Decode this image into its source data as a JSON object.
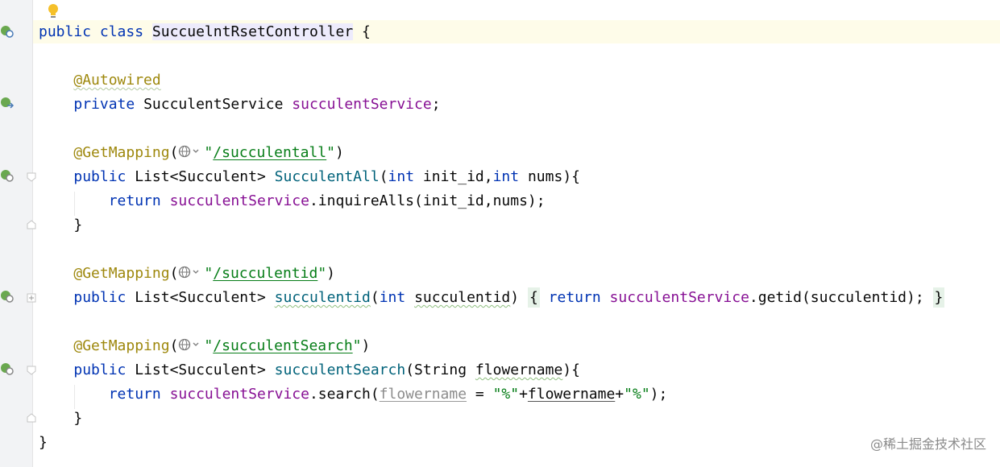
{
  "editor": {
    "colors": {
      "keyword": "#0033b3",
      "annotation": "#9e880d",
      "field": "#871094",
      "method": "#00627a",
      "string": "#067d17"
    },
    "tokens": {
      "public": "public",
      "class": "class",
      "private": "private",
      "return": "return",
      "int": "int",
      "class_name": "SuccuelntRsetController",
      "open_brace": " {",
      "close_brace": "}",
      "autowired": "@Autowired",
      "service_type": "SucculentService",
      "service_field": "succulentService",
      "semicolon": ";",
      "get_mapping": "@GetMapping",
      "open_paren": "(",
      "close_paren": ")",
      "quote": "\"",
      "list_type": "List<Succulent>",
      "path_all": "/succulentall",
      "method_all": "SucculentAll",
      "param_init_id": "init_id",
      "param_nums": "nums",
      "call_inquire": ".inquireAlls(",
      "path_id": "/succulentid",
      "method_id": "succulentid",
      "param_succulentid": "succulentid",
      "call_getid": ".getid(",
      "path_search": "/succulentSearch",
      "method_search": "succulentSearch",
      "string_type": "String",
      "param_flowername": "flowername",
      "call_search": ".search(",
      "percent_literal": "\"%\""
    }
  },
  "watermark": "@稀土掘金技术社区"
}
